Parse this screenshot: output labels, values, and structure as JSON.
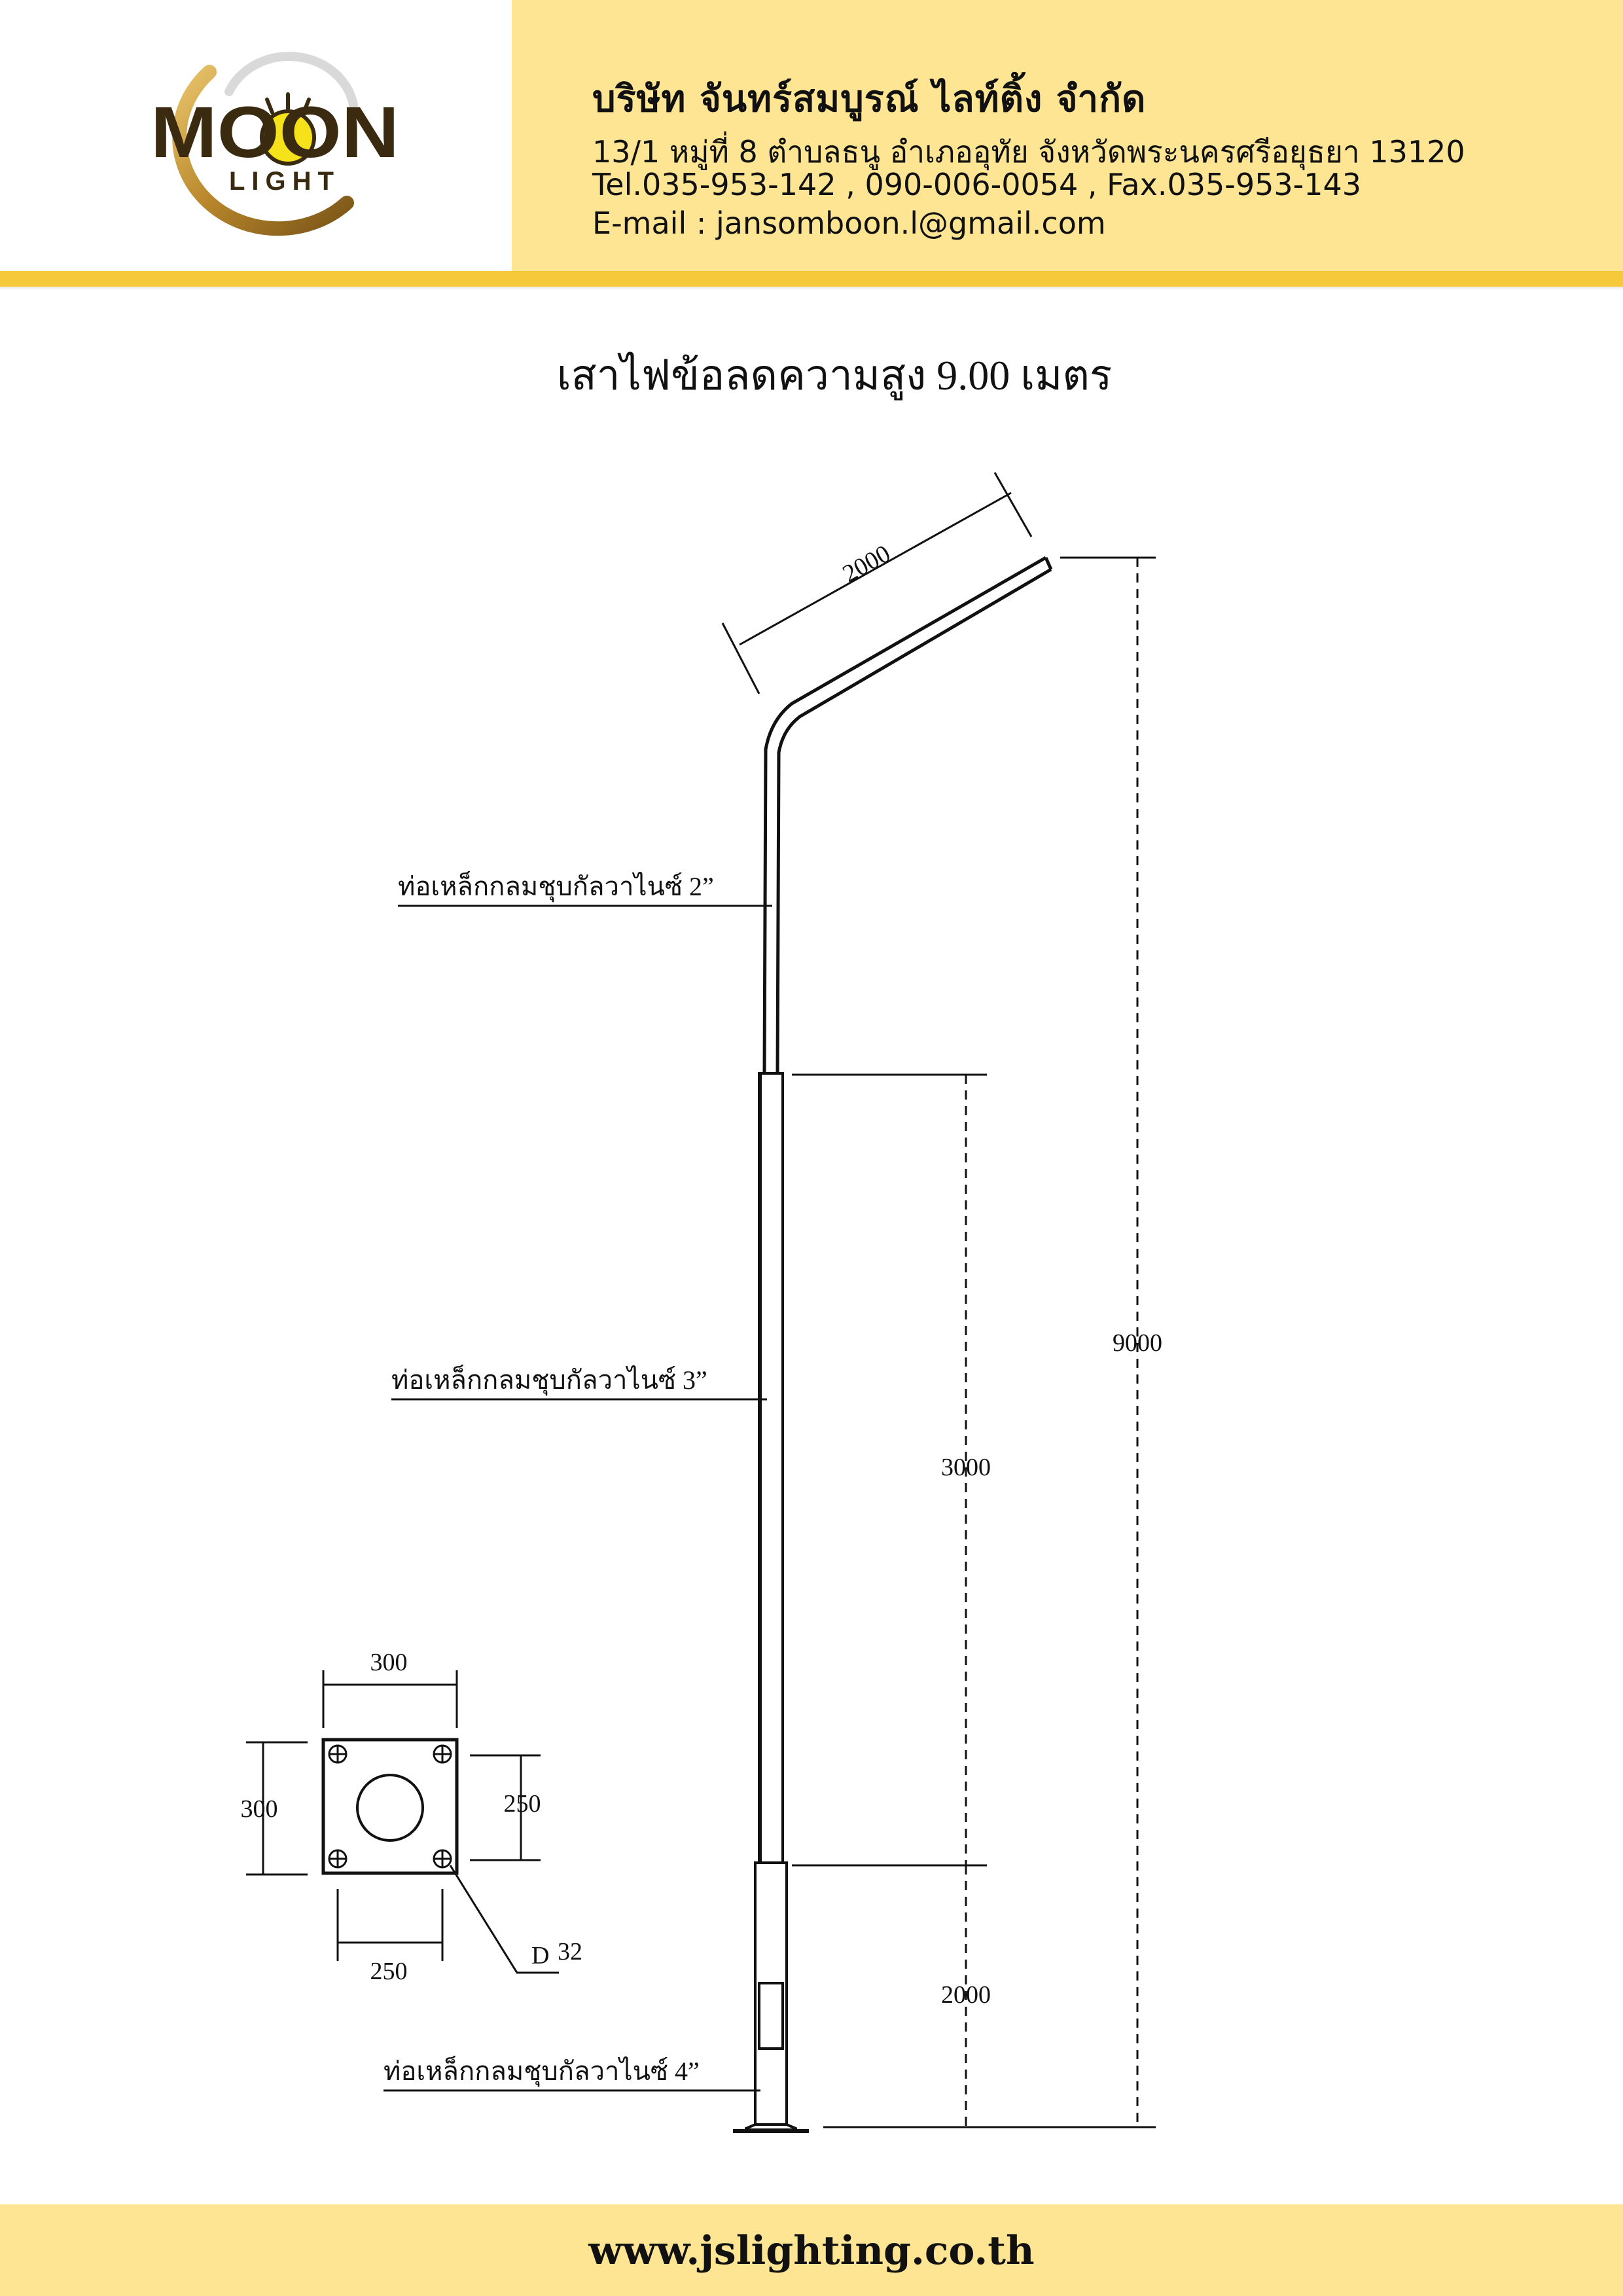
{
  "header": {
    "logo_text": "MOON",
    "logo_subtext": "LIGHT",
    "company_name": "บริษัท จันทร์สมบูรณ์ ไลท์ติ้ง จำกัด",
    "address": "13/1 หมู่ที่ 8 ตำบลธนู อำเภออุทัย จังหวัดพระนครศรีอยุธยา 13120",
    "tel": "Tel.035-953-142 , 090-006-0054 , Fax.035-953-143",
    "email": "E-mail : jansomboon.l@gmail.com"
  },
  "drawing": {
    "title": "เสาไฟข้อลดความสูง 9.00 เมตร",
    "labels": {
      "pipe_2": "ท่อเหล็กกลมชุบกัลวาไนซ์ 2”",
      "pipe_3": "ท่อเหล็กกลมชุบกัลวาไนซ์ 3”",
      "pipe_4": "ท่อเหล็กกลมชุบกัลวาไนซ์ 4”"
    },
    "dimensions": {
      "arm_length": "2000",
      "total_height": "9000",
      "mid_section": "3000",
      "bottom_section": "2000"
    },
    "base_plate": {
      "width": "300",
      "height": "300",
      "hole_spacing_v": "250",
      "hole_spacing_h": "250",
      "bolt_diameter": "32",
      "bolt_symbol": "D"
    }
  },
  "footer": {
    "url": "www.jslighting.co.th"
  },
  "colors": {
    "header_bg": "#fde593",
    "header_bar": "#f6c93a",
    "footer_bg": "#fde593",
    "logo_gold": "#b8862b",
    "logo_yellow": "#f5e21a"
  }
}
